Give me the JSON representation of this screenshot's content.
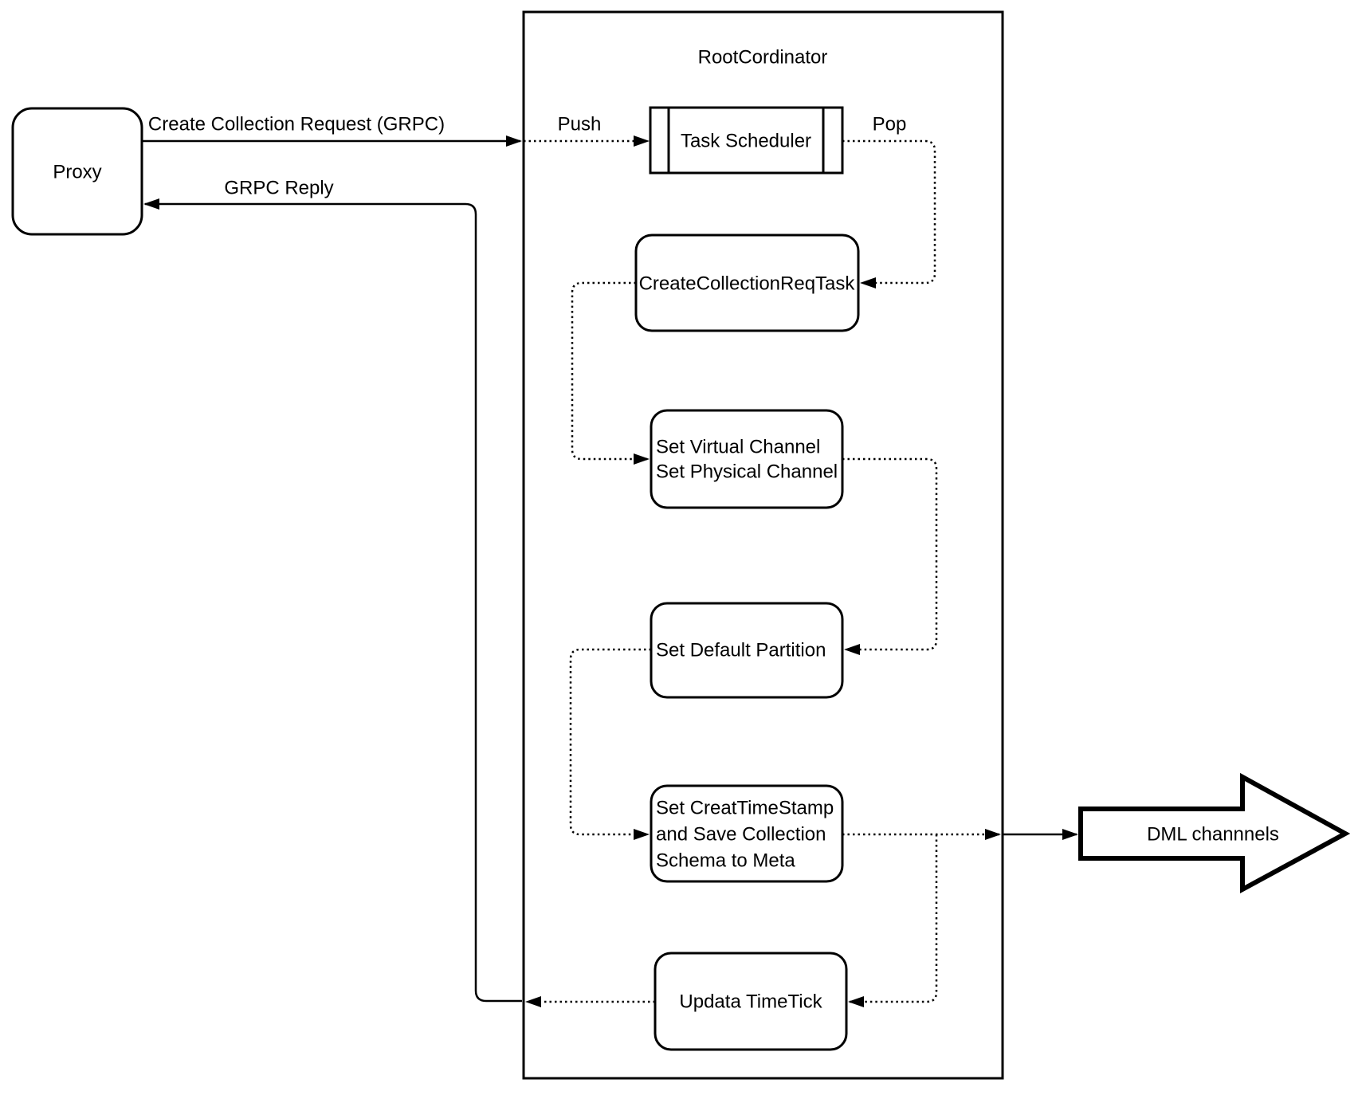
{
  "diagram": {
    "title": "RootCordinator",
    "nodes": {
      "proxy": {
        "label": "Proxy"
      },
      "task_scheduler": {
        "label": "Task Scheduler"
      },
      "create_collection_req_task": {
        "label": "CreateCollectionReqTask"
      },
      "set_channels": {
        "line1": "Set Virtual Channel",
        "line2": "Set Physical Channel"
      },
      "set_default_partition": {
        "label": "Set Default Partition"
      },
      "set_creat_timestamp": {
        "line1": "Set CreatTimeStamp",
        "line2": "and Save Collection",
        "line3": "Schema to Meta"
      },
      "updata_timetick": {
        "label": "Updata TimeTick"
      },
      "dml_channels": {
        "label": "DML channnels"
      }
    },
    "edges": {
      "create_collection_request": {
        "label": "Create Collection Request (GRPC)"
      },
      "grpc_reply": {
        "label": "GRPC Reply"
      },
      "push": {
        "label": "Push"
      },
      "pop": {
        "label": "Pop"
      }
    },
    "colors": {
      "stroke": "#000000",
      "fill": "#ffffff",
      "background": "#ffffff"
    }
  }
}
